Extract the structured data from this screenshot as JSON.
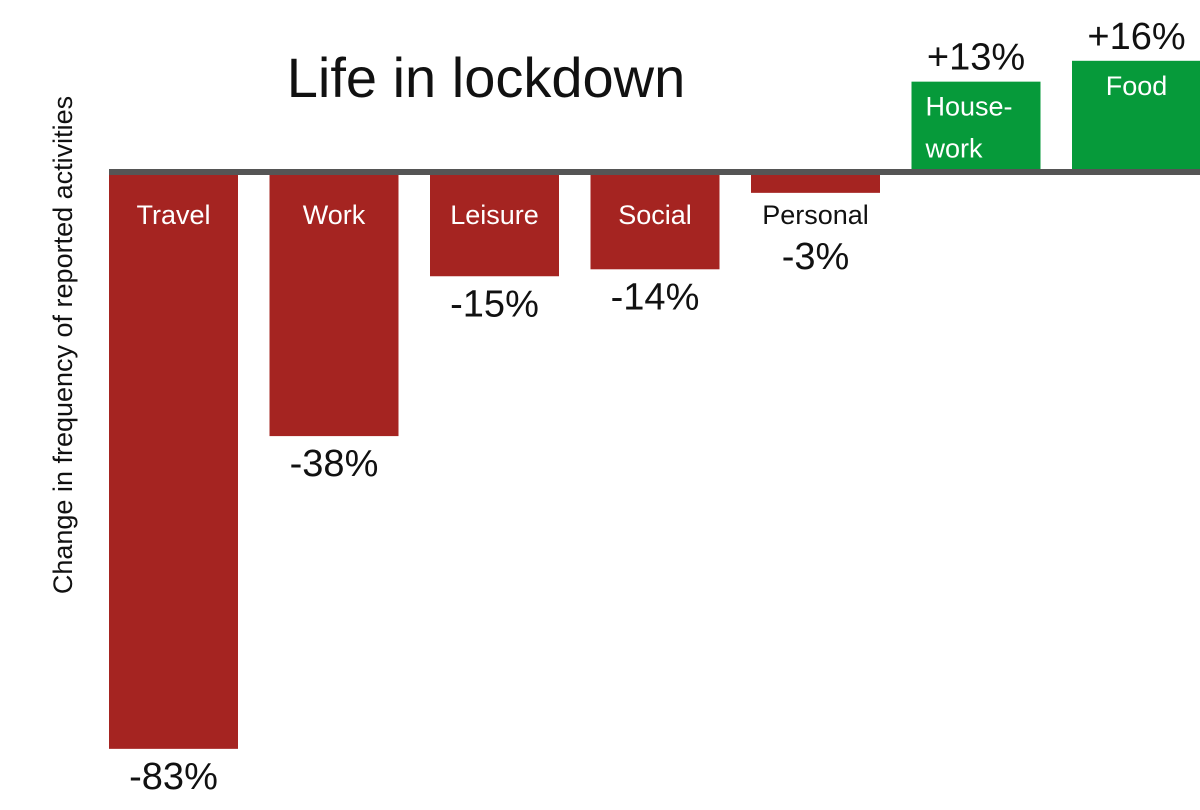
{
  "chart_data": {
    "type": "bar",
    "title": "Life in lockdown",
    "ylabel": "Change in frequency of reported activities",
    "xlabel": "",
    "ylim": [
      -83,
      16
    ],
    "grid": false,
    "categories": [
      "Travel",
      "Work",
      "Leisure",
      "Social",
      "Personal",
      "House-work",
      "Food"
    ],
    "category_labels": [
      [
        "Travel"
      ],
      [
        "Work"
      ],
      [
        "Leisure"
      ],
      [
        "Social"
      ],
      [
        "Personal"
      ],
      [
        "House-",
        "work"
      ],
      [
        "Food"
      ]
    ],
    "values": [
      -83,
      -38,
      -15,
      -14,
      -3,
      13,
      16
    ],
    "value_labels": [
      "-83%",
      "-38%",
      "-15%",
      "-14%",
      "-3%",
      "+13%",
      "+16%"
    ],
    "colors": {
      "negative": "#a52421",
      "positive": "#069a3a",
      "baseline": "#555555"
    }
  }
}
